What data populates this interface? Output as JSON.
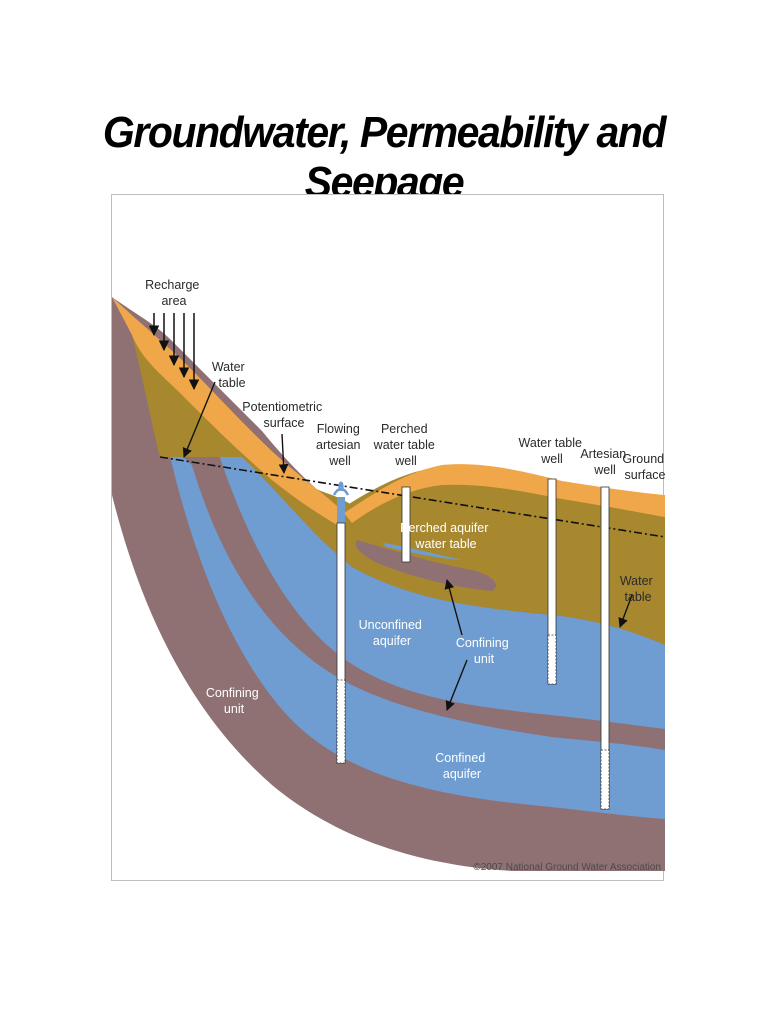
{
  "slide": {
    "title": "Groundwater, Permeability and Seepage"
  },
  "colors": {
    "sky": "#ffffff",
    "soil_surface": "#f0a74a",
    "unsaturated_zone": "#a8882e",
    "unconfined_aquifer": "#6f9dd1",
    "confining_unit": "#8f7174",
    "confined_aquifer": "#6f9dd1"
  },
  "diagram": {
    "labels": {
      "recharge_area": [
        "Recharge",
        "area"
      ],
      "water_table_left": [
        "Water",
        "table"
      ],
      "potentiometric_surface": [
        "Potentiometric",
        "surface"
      ],
      "flowing_artesian_well": [
        "Flowing",
        "artesian",
        "well"
      ],
      "perched_water_table_well": [
        "Perched",
        "water table",
        "well"
      ],
      "water_table_well": [
        "Water table",
        "well"
      ],
      "artesian_well": [
        "Artesian",
        "well"
      ],
      "ground_surface": [
        "Ground",
        "surface"
      ],
      "perched_aquifer_water_table": [
        "Perched aquifer",
        "water table"
      ],
      "water_table_right": [
        "Water",
        "table"
      ],
      "unconfined_aquifer": [
        "Unconfined",
        "aquifer"
      ],
      "confining_unit_center": [
        "Confining",
        "unit"
      ],
      "confining_unit_left": [
        "Confining",
        "unit"
      ],
      "confined_aquifer": [
        "Confined",
        "aquifer"
      ]
    },
    "copyright": "©2007 National Ground Water Association"
  }
}
